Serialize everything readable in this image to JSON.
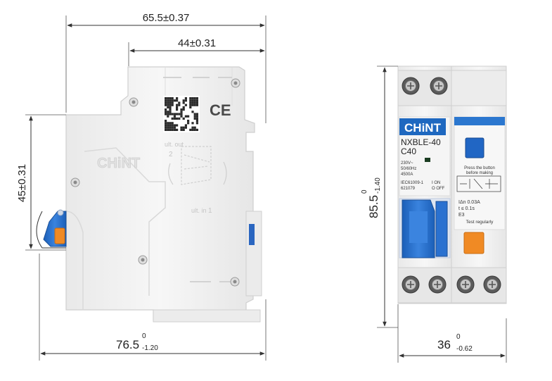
{
  "dimensions": {
    "side_width": "65.5±0.37",
    "side_mount": "44±0.31",
    "side_height": "45±0.31",
    "side_total": {
      "base": "76.5",
      "upper": "0",
      "lower": "-1.20"
    },
    "front_height": {
      "base": "85.5",
      "upper": "0",
      "lower": "-1.40"
    },
    "front_width": {
      "base": "36",
      "upper": "0",
      "lower": "-0.62"
    }
  },
  "side_view": {
    "brand_emboss": "CHiNT",
    "direction_out": "ult. out",
    "label_2": "2",
    "direction_in": "ult. in",
    "label_1": "1",
    "ce_mark": "CE"
  },
  "front_view": {
    "brand": "CHiNT",
    "model": "NXBLE-40",
    "rating": "C40",
    "spec_voltage": "230V~",
    "spec_freq": "50/60Hz",
    "spec_breaking": "4500A",
    "standard": "IEC61009-1",
    "code": "621079",
    "on_label": "I ON",
    "off_label": "O OFF",
    "press_line1": "Press the button",
    "press_line2": "before making",
    "residual_current": "IΔn 0.03A",
    "trip_time": "t ≤ 0.1s",
    "class": "E3",
    "test_label": "Test regularly"
  },
  "colors": {
    "body": "#f2f2f2",
    "outline": "#c9c9c9",
    "brand_blue": "#1e68c0",
    "toggle_blue": "#2a71d0",
    "test_orange": "#f08a24",
    "dimension_line": "#333333"
  }
}
